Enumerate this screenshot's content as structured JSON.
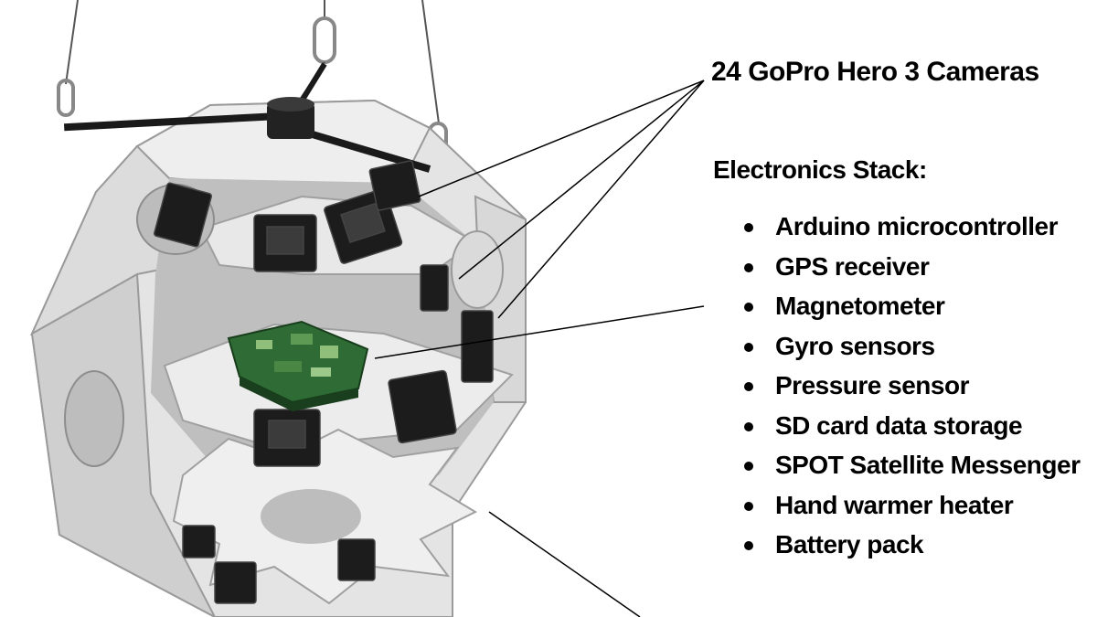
{
  "callouts": {
    "cameras": "24 GoPro Hero 3 Cameras",
    "electronics_title": "Electronics Stack:",
    "electronics_items": [
      "Arduino microcontroller",
      "GPS receiver",
      "Magnetometer",
      "Gyro sensors",
      "Pressure sensor",
      "SD card data storage",
      "SPOT Satellite Messenger",
      "Hand warmer heater",
      "Battery pack"
    ]
  },
  "colors": {
    "frame": "#e6e6e6",
    "frame_shadow": "#bdbdbd",
    "camera": "#1c1c1c",
    "circuit_board": "#2f6b34",
    "cable": "#555555"
  }
}
